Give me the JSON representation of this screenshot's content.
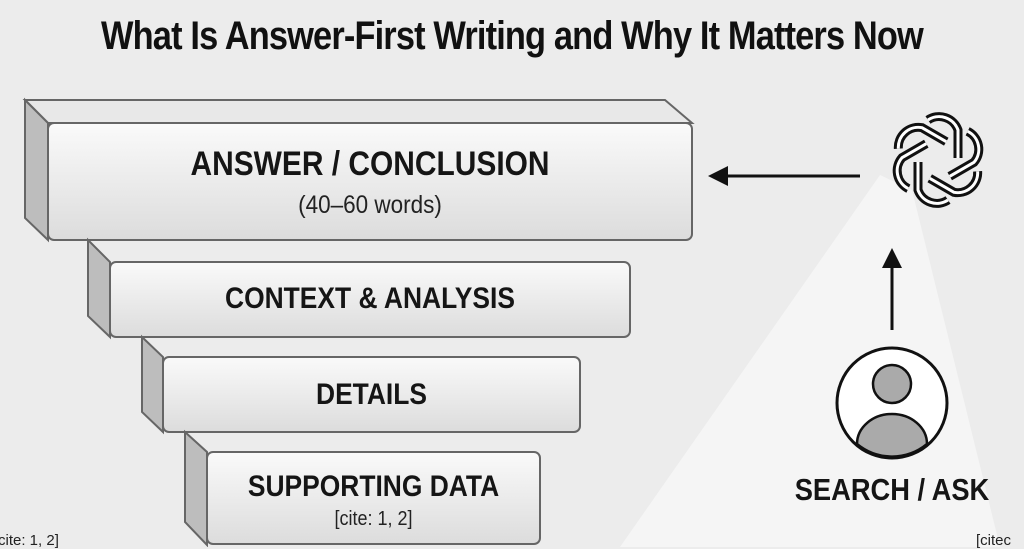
{
  "title": "What Is Answer-First Writing and Why It Matters Now",
  "pyramid": [
    {
      "label": "ANSWER / CONCLUSION",
      "sub": "(40–60 words)"
    },
    {
      "label": "CONTEXT & ANALYSIS"
    },
    {
      "label": "DETAILS"
    },
    {
      "label": "SUPPORTING DATA",
      "sub": "[cite: 1, 2]"
    }
  ],
  "user_label": "SEARCH / ASK",
  "icons": {
    "ai": "openai-logo-icon",
    "user": "user-avatar-icon"
  },
  "footer": {
    "left_cite": "cite: 1, 2]",
    "right_cite": "[citec"
  }
}
